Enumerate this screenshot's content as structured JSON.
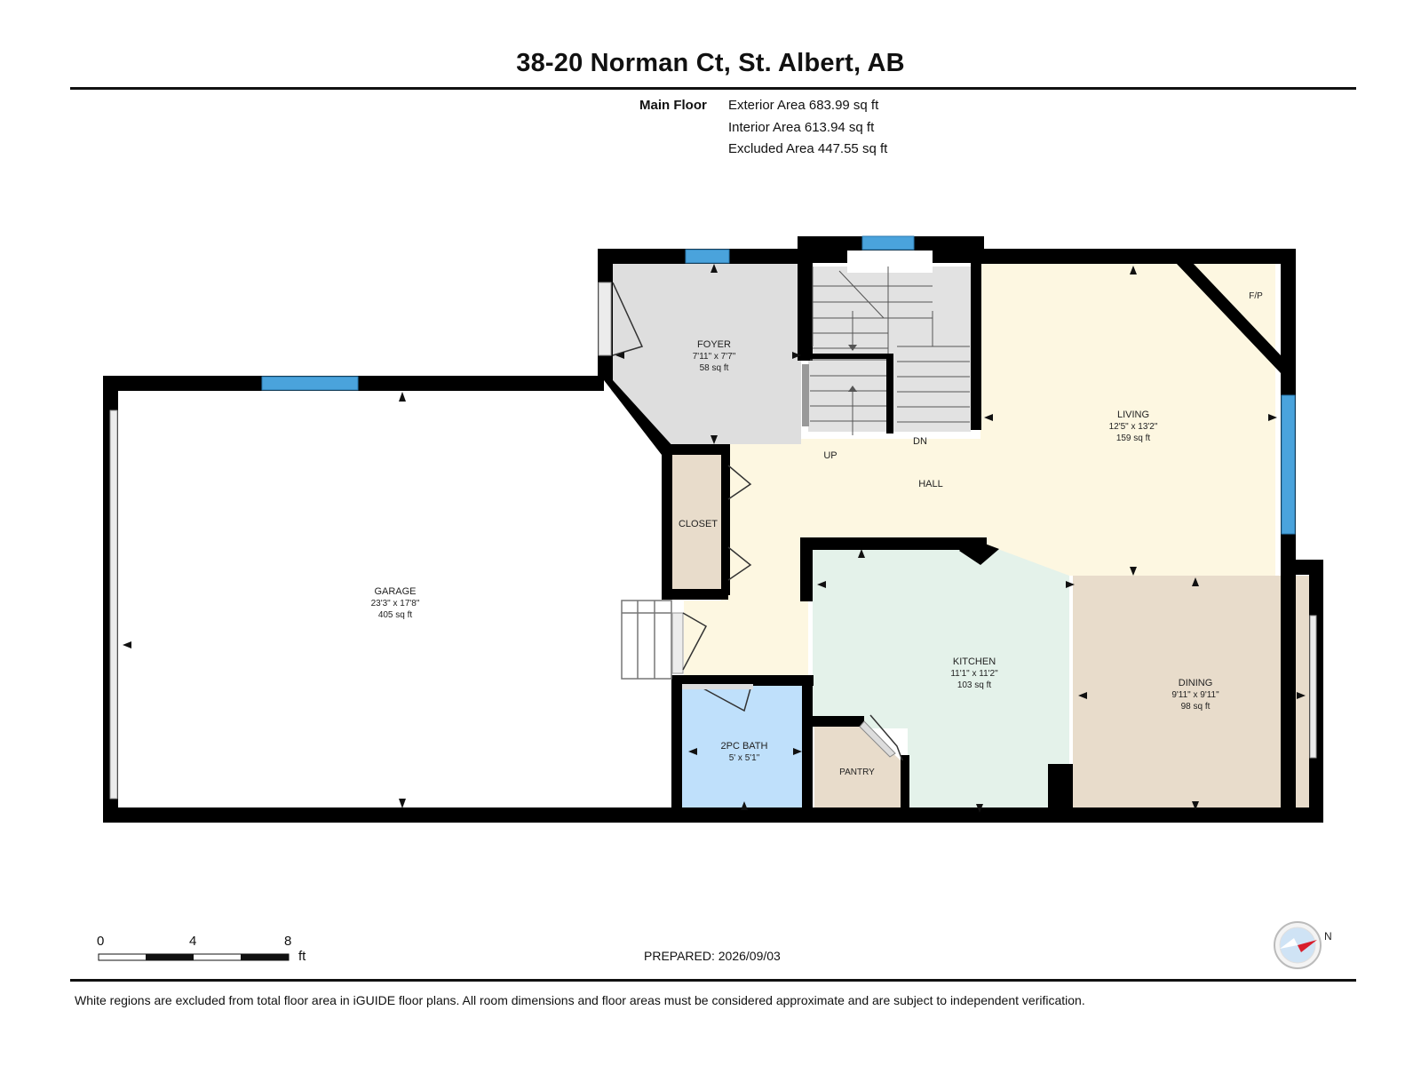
{
  "header": {
    "title": "38-20 Norman Ct, St. Albert, AB"
  },
  "floor_summary": {
    "floor_name": "Main Floor",
    "exterior_area": "Exterior Area 683.99 sq ft",
    "interior_area": "Interior Area 613.94 sq ft",
    "excluded_area": "Excluded Area 447.55 sq ft"
  },
  "rooms": {
    "garage": {
      "name": "GARAGE",
      "dims": "23'3\" x 17'8\"",
      "area": "405 sq ft"
    },
    "foyer": {
      "name": "FOYER",
      "dims": "7'11\" x 7'7\"",
      "area": "58 sq ft"
    },
    "living": {
      "name": "LIVING",
      "dims": "12'5\" x 13'2\"",
      "area": "159 sq ft"
    },
    "hall": {
      "name": "HALL"
    },
    "closet": {
      "name": "CLOSET"
    },
    "kitchen": {
      "name": "KITCHEN",
      "dims": "11'1\" x 11'2\"",
      "area": "103 sq ft"
    },
    "dining": {
      "name": "DINING",
      "dims": "9'11\" x 9'11\"",
      "area": "98 sq ft"
    },
    "bath": {
      "name": "2PC BATH",
      "dims": "5' x 5'1\""
    },
    "pantry": {
      "name": "PANTRY"
    }
  },
  "labels": {
    "stairs_up": "UP",
    "stairs_down": "DN",
    "fireplace": "F/P"
  },
  "scale_bar": {
    "tick_0": "0",
    "tick_4": "4",
    "tick_8": "8",
    "unit": "ft"
  },
  "compass": {
    "label": "N"
  },
  "prepared": "PREPARED: 2026/09/03",
  "footer": "White regions are excluded from total floor area in iGUIDE floor plans. All room dimensions and floor areas must be considered approximate and are subject to independent verification.",
  "colors": {
    "wall": "#000000",
    "window": "#4aa3dc",
    "foyer": "#dedede",
    "hall_living": "#fdf7e1",
    "kitchen": "#e4f2ea",
    "dining": "#e8dccb",
    "bath": "#bfe0fb",
    "closet": "#e8dccb",
    "pantry": "#e8dccb"
  }
}
